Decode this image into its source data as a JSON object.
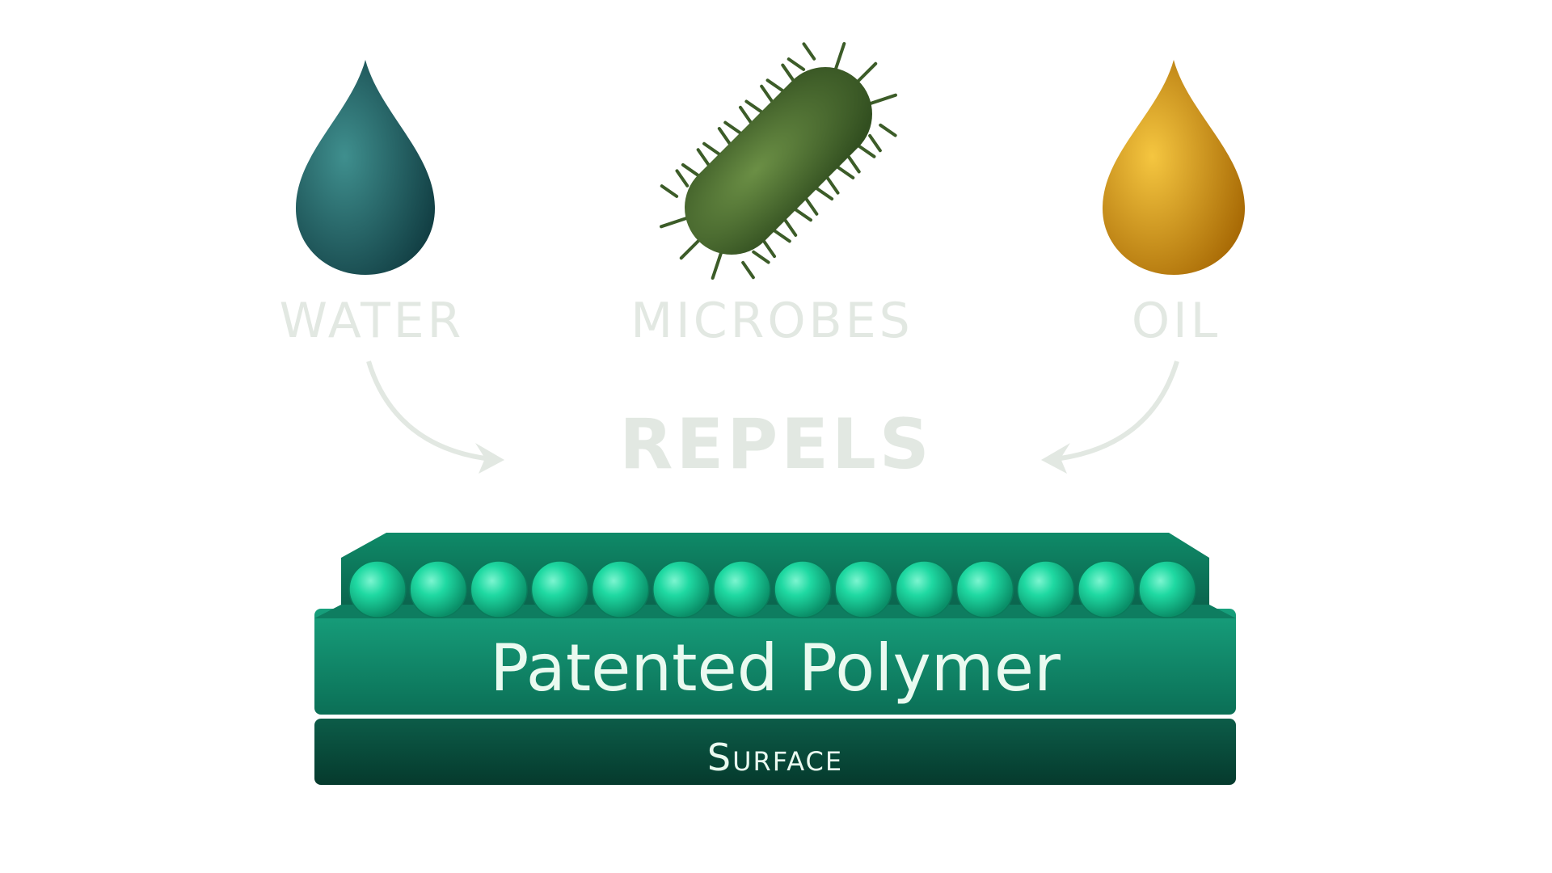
{
  "labels": {
    "water": "WATER",
    "microbes": "MICROBES",
    "oil": "OIL",
    "repels": "REPELS"
  },
  "layers": {
    "polymer": "Patented Polymer",
    "surface": "Surface"
  },
  "sphere_count": 14,
  "colors": {
    "water": "#1f6a6c",
    "microbe": "#4f7a32",
    "oil": "#e0a010",
    "polymer": "#11896a",
    "surface": "#0a4d3c",
    "sphere": "#1ee0a8",
    "label": "#e2e8e2"
  }
}
